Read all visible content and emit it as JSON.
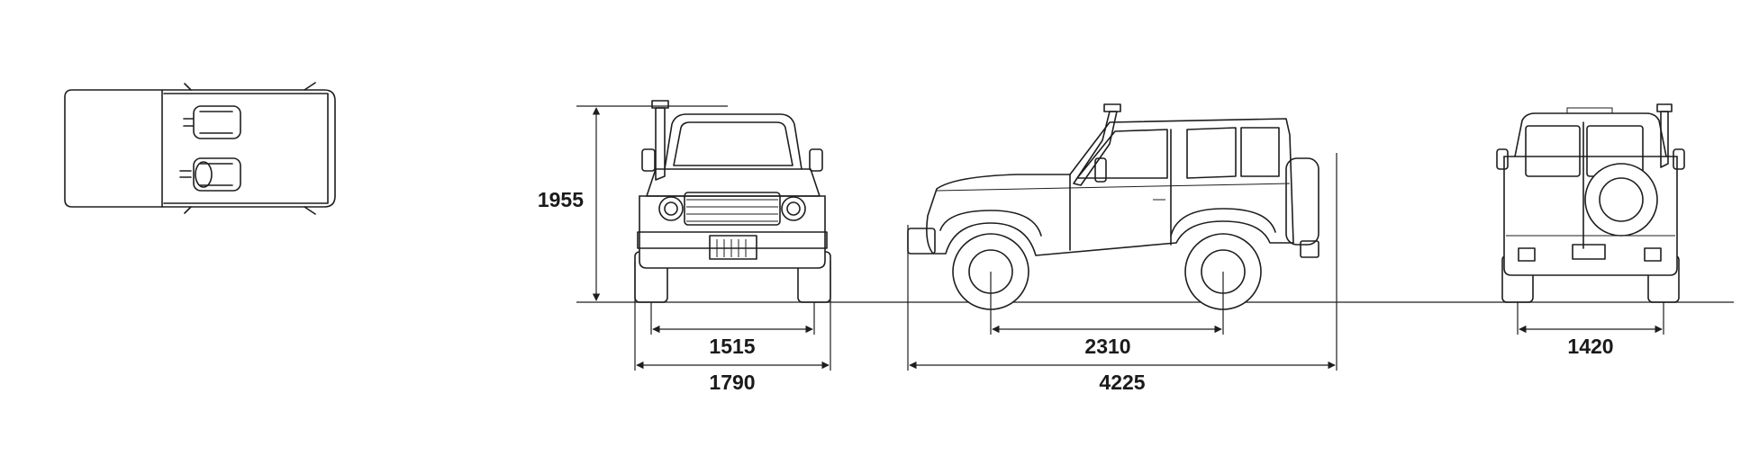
{
  "dimensions": {
    "height": "1955",
    "front_track": "1515",
    "overall_width": "1790",
    "wheelbase": "2310",
    "overall_length": "4225",
    "rear_track": "1420"
  },
  "colors": {
    "line": "#1e1e1e",
    "background": "#ffffff"
  }
}
